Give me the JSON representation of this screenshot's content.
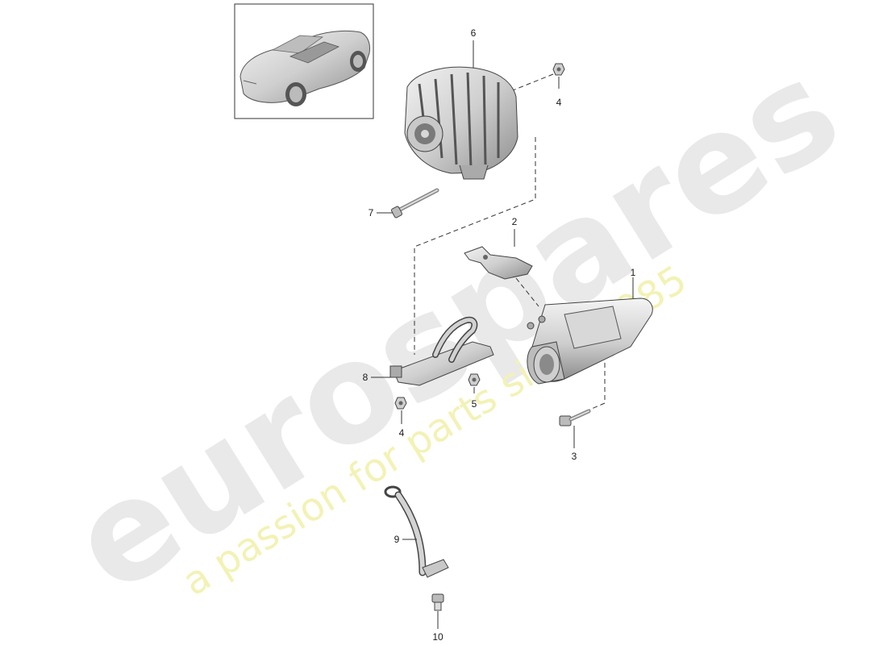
{
  "watermark": {
    "brand": "eurospares",
    "tagline": "a passion for parts since 1985"
  },
  "thumbnail": {
    "icon": "car-convertible-icon"
  },
  "callouts": {
    "c1": "1",
    "c2": "2",
    "c3": "3",
    "c4a": "4",
    "c4b": "4",
    "c5": "5",
    "c6": "6",
    "c7": "7",
    "c8": "8",
    "c9": "9",
    "c10": "10"
  },
  "colors": {
    "part_fill": "#d4d4d4",
    "part_dark": "#9a9a9a",
    "line": "#333333",
    "watermark_gray": "#e9e9e9",
    "watermark_yellow": "#f3f2b6"
  }
}
